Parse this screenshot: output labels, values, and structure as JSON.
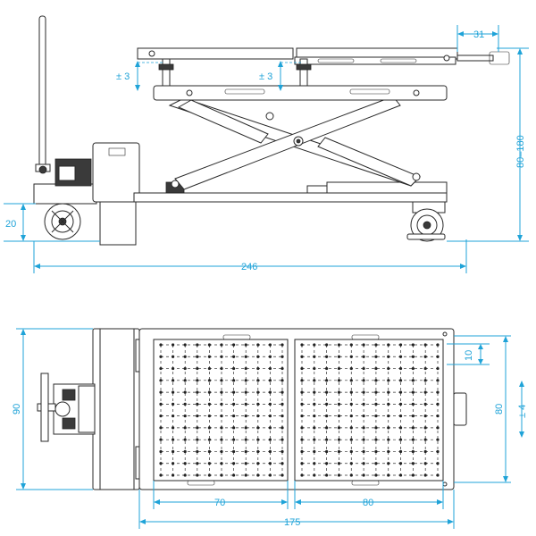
{
  "colors": {
    "dimension": "#1fa3d8",
    "line": "#2a2a2a"
  },
  "dimensions": {
    "side_height_adjust_left": "± 3",
    "side_height_adjust_right": "± 3",
    "side_extension": "31",
    "side_height_range": "80–180",
    "side_wheel_height": "20",
    "side_total_length": "246",
    "top_width": "90",
    "top_hole_spacing": "10",
    "top_lateral_adjust": "± 4",
    "top_table_width": "80",
    "top_panel_left": "70",
    "top_panel_right": "80",
    "top_table_length": "175"
  }
}
